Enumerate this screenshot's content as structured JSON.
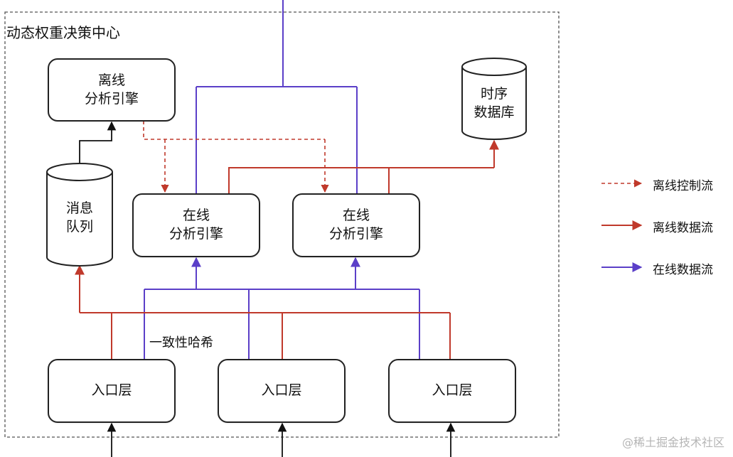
{
  "region": {
    "title": "动态权重决策中心"
  },
  "nodes": {
    "offline_engine": {
      "label": "离线\n分析引擎"
    },
    "timeseries_db": {
      "label": "时序\n数据库"
    },
    "message_queue": {
      "label": "消息\n队列"
    },
    "online_engine_1": {
      "label": "在线\n分析引擎"
    },
    "online_engine_2": {
      "label": "在线\n分析引擎"
    },
    "entry_1": {
      "label": "入口层"
    },
    "entry_2": {
      "label": "入口层"
    },
    "entry_3": {
      "label": "入口层"
    }
  },
  "annotations": {
    "consistent_hash": "一致性哈希"
  },
  "legend": [
    {
      "label": "离线控制流",
      "color": "#c0392b",
      "style": "dashed"
    },
    {
      "label": "离线数据流",
      "color": "#c0392b",
      "style": "solid"
    },
    {
      "label": "在线数据流",
      "color": "#5b3fc8",
      "style": "solid"
    }
  ],
  "colors": {
    "offline": "#c0392b",
    "online": "#5b3fc8",
    "default": "#111111"
  },
  "credit": "@稀土掘金技术社区"
}
